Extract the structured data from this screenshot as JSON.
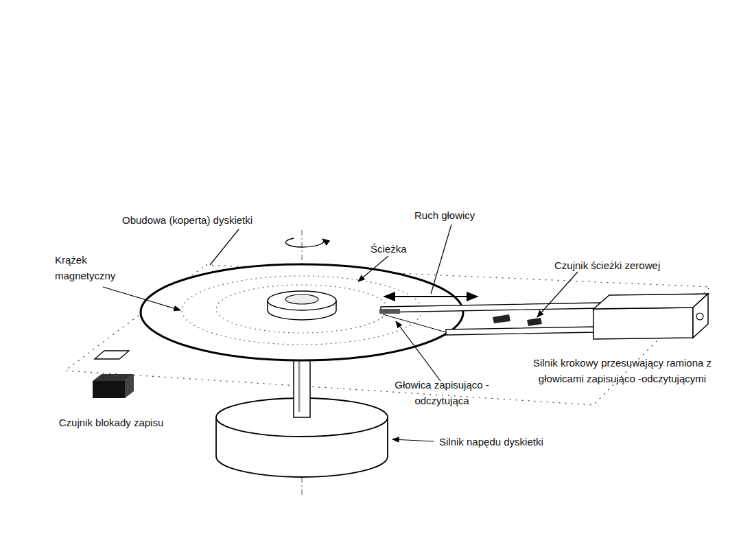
{
  "diagram": {
    "labels": [
      "Obudowa (koperta) dyskietki",
      "Ruch głowicy",
      "Ścieżka",
      "Krążek magnetyczny",
      "Czujnik ścieżki zerowej",
      "Silnik krokowy przesuwający ramiona z głowicami zapisująco -odczytującymi",
      "Głowica zapisująco -odczytująca",
      "Czujnik blokady zapisu",
      "Silnik napędu dyskietki"
    ]
  }
}
